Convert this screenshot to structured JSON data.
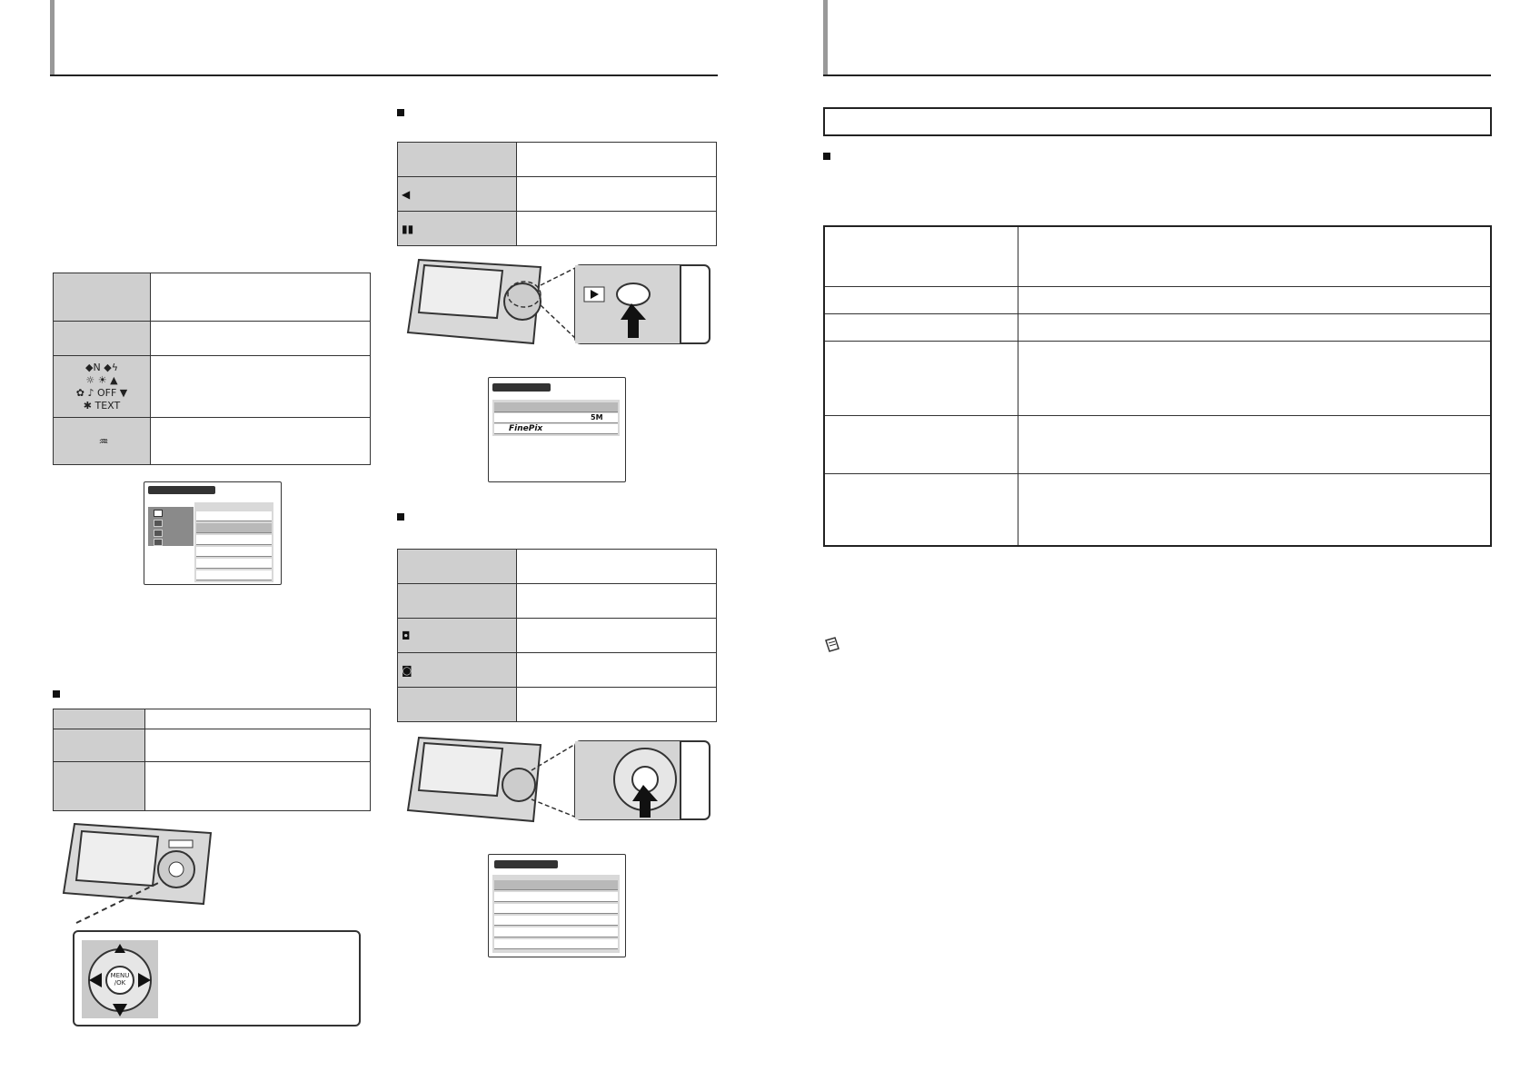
{
  "icons": {
    "scene_row_line1": "◆N ◆ϟ",
    "scene_row_line2": "☼ ☀ ▲",
    "scene_row_line3": "✿ ♪ OFF ▼",
    "scene_row_line4": "✱ TEXT",
    "anti_blur": "♒",
    "rp_row1": "◀",
    "rp_row2": "▮▮",
    "sm_row3": "◘",
    "sm_row4": "◙"
  },
  "f_menu": {
    "value_1": "5M",
    "value_2": "FinePix"
  },
  "dpad": {
    "center_label": "MENU /OK"
  },
  "colors": {
    "label_cell": "#cfcfcf",
    "rule": "#222222",
    "header_bar": "#999999"
  }
}
